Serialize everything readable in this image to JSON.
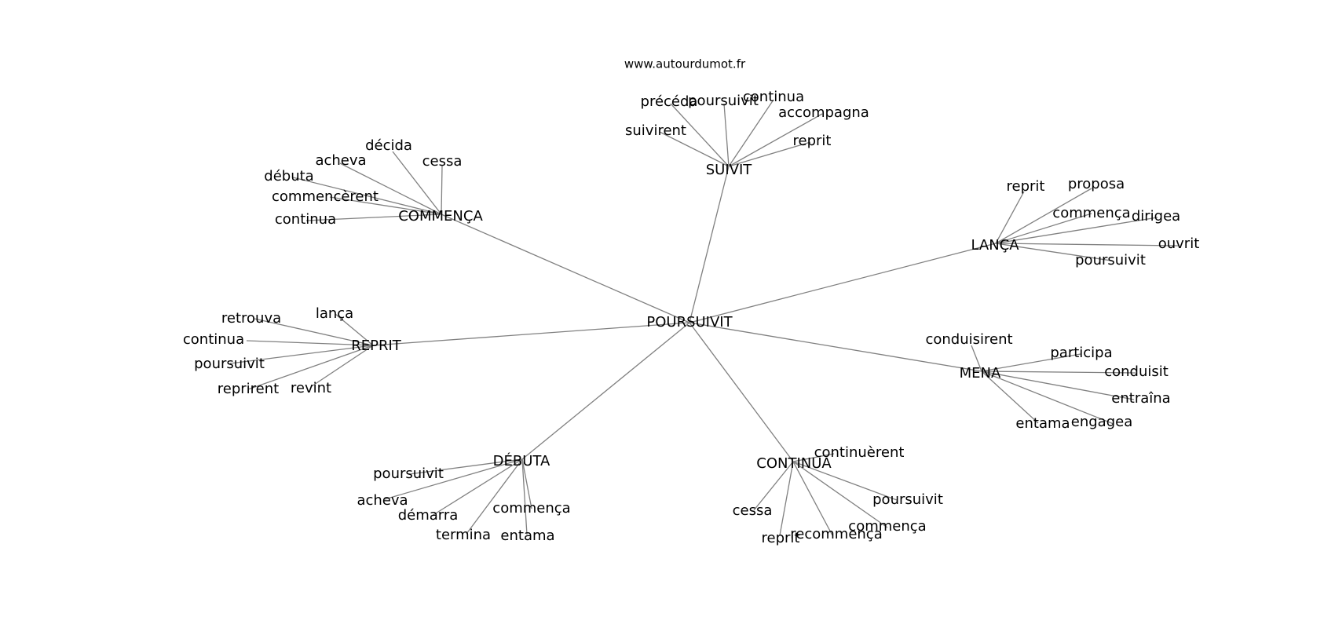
{
  "source": "www.autourdumot.fr",
  "center": "POURSUIVIT",
  "clusters": [
    {
      "id": "suivit",
      "hub": "SUIVIT",
      "leaves": [
        "précéda",
        "poursuivit",
        "continua",
        "accompagna",
        "suivirent",
        "reprit"
      ]
    },
    {
      "id": "commenca",
      "hub": "COMMENÇA",
      "leaves": [
        "décida",
        "acheva",
        "cessa",
        "débuta",
        "commencèrent",
        "continua"
      ]
    },
    {
      "id": "lanca",
      "hub": "LANÇA",
      "leaves": [
        "reprit",
        "proposa",
        "commença",
        "dirigea",
        "ouvrit",
        "poursuivit"
      ]
    },
    {
      "id": "reprit",
      "hub": "REPRIT",
      "leaves": [
        "retrouva",
        "lança",
        "continua",
        "poursuivit",
        "reprirent",
        "revint"
      ]
    },
    {
      "id": "mena",
      "hub": "MENA",
      "leaves": [
        "conduisirent",
        "participa",
        "conduisit",
        "entraîna",
        "entama",
        "engagea"
      ]
    },
    {
      "id": "debuta",
      "hub": "DÉBUTA",
      "leaves": [
        "poursuivit",
        "acheva",
        "démarra",
        "commença",
        "termina",
        "entama"
      ]
    },
    {
      "id": "continua",
      "hub": "CONTINUA",
      "leaves": [
        "continuèrent",
        "poursuivit",
        "cessa",
        "commença",
        "reprit",
        "recommença"
      ]
    }
  ]
}
